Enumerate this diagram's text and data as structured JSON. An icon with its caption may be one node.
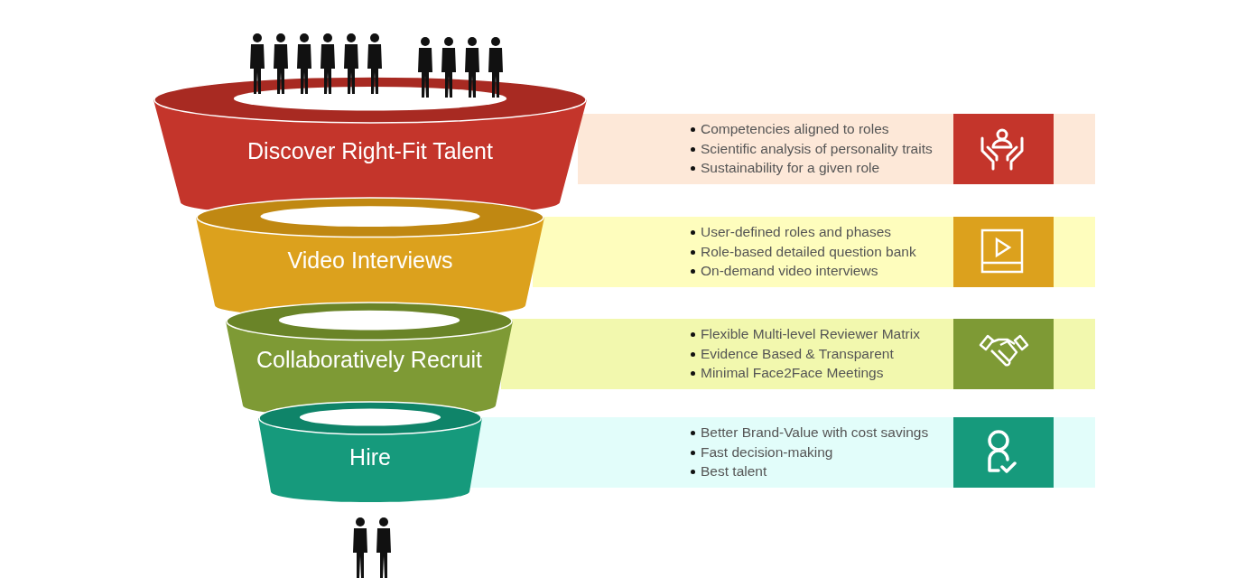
{
  "diagram": {
    "nodes": [
      {
        "text": [
          "Discover Right-Fit Talent"
        ]
      },
      {
        "text": [
          "Video Interviews"
        ]
      },
      {
        "text": [
          "Collaboratively Recruit"
        ]
      },
      {
        "text": [
          "Hire"
        ]
      },
      {
        "text": [
          "Competencies aligned to roles",
          "Scientific analysis of personality traits",
          "Sustainability for a given role"
        ]
      },
      {
        "text": [
          "User-defined roles and phases",
          "Role-based detailed question bank",
          "On-demand video interviews"
        ]
      },
      {
        "text": [
          "Flexible Multi-level Reviewer Matrix",
          "Evidence Based & Transparent",
          "Minimal Face2Face Meetings"
        ]
      },
      {
        "text": [
          "Better Brand-Value with cost savings",
          "Fast decision-making",
          "Best talent"
        ]
      }
    ],
    "edges": []
  }
}
